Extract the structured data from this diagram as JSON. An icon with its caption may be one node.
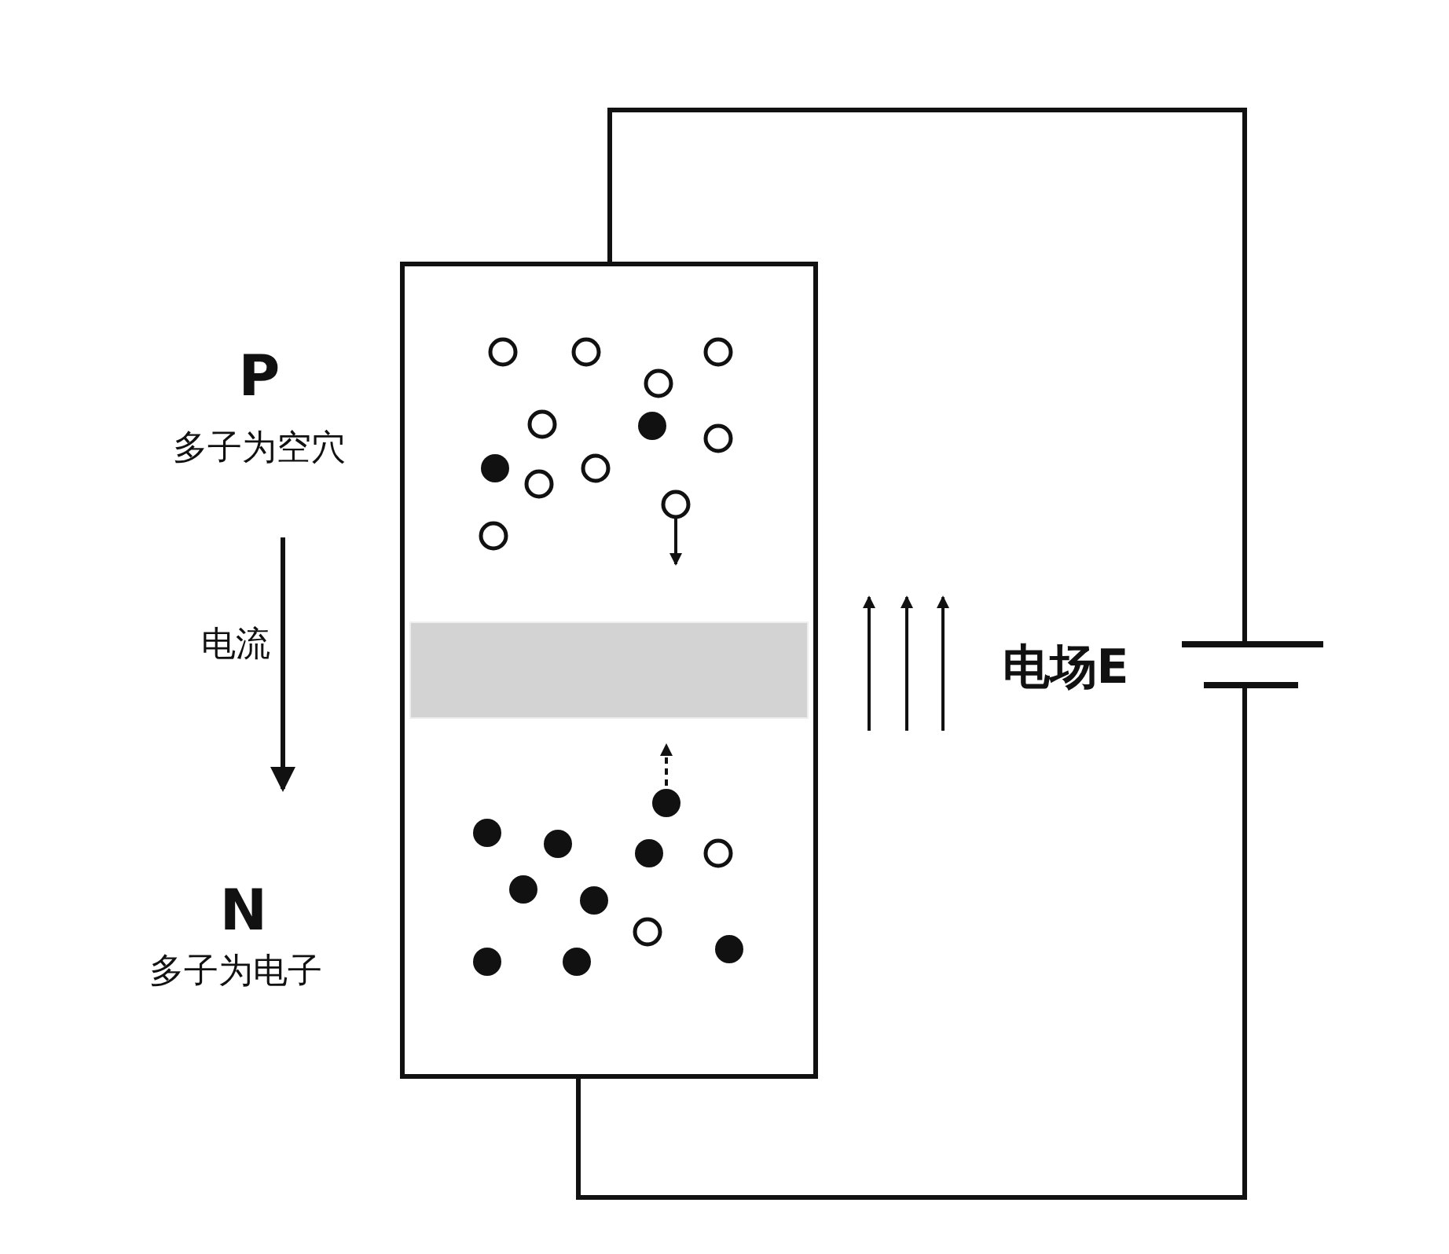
{
  "diagram": {
    "labels": [
      "P",
      "多子为空穴",
      "电流",
      "电场E",
      "N",
      "多子为电子"
    ]
  }
}
